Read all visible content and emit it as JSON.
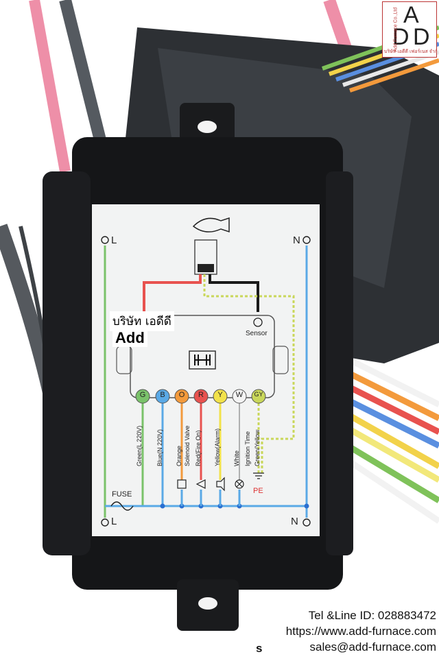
{
  "logo": {
    "letter_top": "A",
    "letter_bottom_left": "D",
    "letter_bottom_right": "D",
    "side_text": "Add Furnace Co.,Ltd",
    "sub_text": "บริษัท เอดีดี เฟอร์เนส จำกัด"
  },
  "overlay": {
    "thai": "บริษัท เอดีดี",
    "english": "Add"
  },
  "diagram": {
    "left_top": "L",
    "right_top": "N",
    "left_bottom": "L",
    "right_bottom": "N",
    "sensor": "Sensor",
    "fuse": "FUSE",
    "pe": "PE",
    "terminals": [
      "G",
      "B",
      "O",
      "R",
      "Y",
      "W",
      "GY"
    ],
    "wire_labels": [
      "Green(L 220V)",
      "Blue(N 220V)",
      "Orange",
      "Solenoid Valve",
      "Red(Fire On)",
      "Yellow(Alarm)",
      "White",
      "Ignition Time",
      "Green/Yellow"
    ]
  },
  "contact": {
    "tel": "Tel &Line ID: 028883472",
    "web": "https://www.add-furnace.com",
    "email": "sales@add-furnace.com",
    "fragment": "s"
  },
  "colors": {
    "terminal_G": "#7ac26a",
    "terminal_B": "#5aa9e6",
    "terminal_O": "#f39a3c",
    "terminal_R": "#e8524f",
    "terminal_Y": "#f2e24a",
    "terminal_W": "#f4f4f4",
    "terminal_GY": "#c9d75a"
  }
}
